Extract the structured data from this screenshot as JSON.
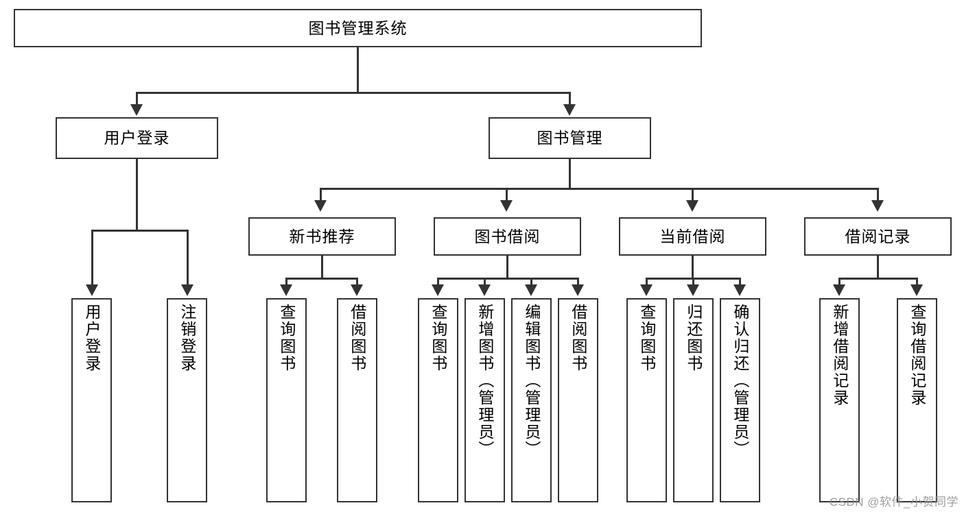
{
  "diagram": {
    "type": "tree-hierarchy",
    "title": "图书管理系统",
    "root": {
      "id": "root",
      "label": "图书管理系统"
    },
    "level2": [
      {
        "id": "user-login",
        "label": "用户登录"
      },
      {
        "id": "book-manage",
        "label": "图书管理"
      }
    ],
    "level3": [
      {
        "id": "new-book-recommend",
        "label": "新书推荐",
        "parent": "book-manage"
      },
      {
        "id": "book-borrow",
        "label": "图书借阅",
        "parent": "book-manage"
      },
      {
        "id": "current-borrow",
        "label": "当前借阅",
        "parent": "book-manage"
      },
      {
        "id": "borrow-record",
        "label": "借阅记录",
        "parent": "book-manage"
      }
    ],
    "leaves": [
      {
        "id": "leaf-user-login",
        "label": "用户登录",
        "parent": "user-login"
      },
      {
        "id": "leaf-logout-login",
        "label": "注销登录",
        "parent": "user-login"
      },
      {
        "id": "leaf-query-book-1",
        "label": "查询图书",
        "parent": "new-book-recommend"
      },
      {
        "id": "leaf-borrow-book-1",
        "label": "借阅图书",
        "parent": "new-book-recommend"
      },
      {
        "id": "leaf-query-book-2",
        "label": "查询图书",
        "parent": "book-borrow"
      },
      {
        "id": "leaf-add-book",
        "label": "新增图书（管理员）",
        "parent": "book-borrow"
      },
      {
        "id": "leaf-edit-book",
        "label": "编辑图书（管理员）",
        "parent": "book-borrow"
      },
      {
        "id": "leaf-borrow-book-2",
        "label": "借阅图书",
        "parent": "book-borrow"
      },
      {
        "id": "leaf-query-book-3",
        "label": "查询图书",
        "parent": "current-borrow"
      },
      {
        "id": "leaf-return-book",
        "label": "归还图书",
        "parent": "current-borrow"
      },
      {
        "id": "leaf-confirm-return",
        "label": "确认归还（管理员）",
        "parent": "current-borrow"
      },
      {
        "id": "leaf-add-record",
        "label": "新增借阅记录",
        "parent": "borrow-record"
      },
      {
        "id": "leaf-query-record",
        "label": "查询借阅记录",
        "parent": "borrow-record"
      }
    ],
    "colors": {
      "stroke": "#333333",
      "fill": "#ffffff",
      "text": "#000000",
      "watermark": "#8d8d8d"
    }
  },
  "watermark": {
    "text": "CSDN @软件_小贺同学"
  }
}
